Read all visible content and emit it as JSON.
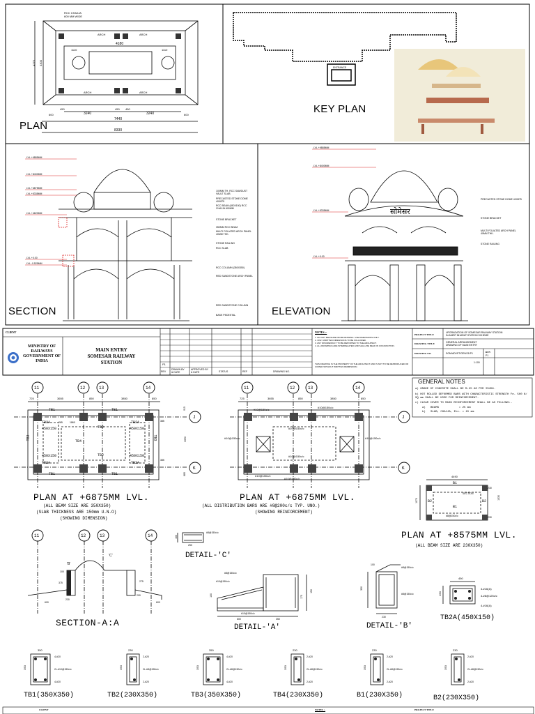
{
  "sheet_top": {
    "plan": {
      "title": "PLAN",
      "chajja_note": "RCC CHAJJA\n600 MM WIDE",
      "arch_labels": [
        "ARCH",
        "ARCH",
        "ARCH",
        "ARCH"
      ],
      "dims": [
        "4180",
        "1110",
        "1110",
        "4275",
        "3300",
        "450",
        "450",
        "450",
        "3240",
        "3240",
        "600",
        "600",
        "7440",
        "8330"
      ]
    },
    "key_plan": {
      "title": "KEY PLAN",
      "box_label": "ENTRANCE"
    },
    "section": {
      "title": "SECTION",
      "levels": [
        "LVL +9885MM",
        "LVL +8400MM",
        "LVL +6875MM",
        "LVL +5335MM",
        "LVL +4620MM",
        "LVL +0.00",
        "LVL -0.525MM"
      ],
      "notes": [
        "100MM TH. RCC SAWDUST VAULT SLAB",
        "PRECASTED STONE DOME 40X875",
        "RCC BEAM (450X150) RCC CHAJJA 600MM",
        "STONE BRACKET",
        "350MM RCC BEAM",
        "MULTI FOLIATED ARCH PANEL 40MM THK.",
        "STONE RAILING",
        "RCC SLAB",
        "RCC COLUMN (350X350)",
        "RED SANDSTONE ARCH PANEL",
        "RED SANDSTONE COLUMN",
        "BASE PEDESTAL"
      ]
    },
    "elevation": {
      "title": "ELEVATION",
      "signboard": "सोमेसर",
      "levels": [
        "LVL +9885MM",
        "LVL +8400MM",
        "LVL +5335MM",
        "LVL +0.00"
      ],
      "notes": [
        "PRECASTED STONE DOME 40X875",
        "STONE BRACKET",
        "MULTI FOLIATED ARCH PANEL 40MM THK.",
        "STONE RAILING"
      ]
    }
  },
  "title_block": {
    "client_label": "CLIENT",
    "client_name": "MINISTRY OF\nRAILWAYS\nGOVERNMENT OF\nINDIA",
    "project_name": "MAIN ENTRY\nSOMESAR RAILWAY\nSTATION",
    "rev_cols": [
      "REV",
      "DRAWN BY\n& DATE",
      "APPROVED BY\n& DATE",
      "STATUS",
      "REF",
      "DRAWING NO."
    ],
    "rev_row": "P1",
    "notes_title": "NOTES :-",
    "notes_body": "1. DO NOT MEASURE FROM DRAWING. USE DIMENSIONS ONLY.\n2. ONLY WRITTEN DIMENSIONS TO BE FOLLOWED.\n3. ANY DISCREPANCY TO BE REPORTED TO THE ARCHITECT.\n4. ALL DRAWINGS ARE INTERRELATED AND SHALL BE READ IN CONJUNCTION.",
    "copyright": "THIS DRAWING IS THE PROPERTY OF THE ARCHITECT AND IS NOT TO BE REPRODUCED OR COPIED WITHOUT WRITTEN PERMISSION.",
    "project_title_label": "PROJECT TITLE",
    "project_title": "UPGRADATION OF SOMESAR RAILWAY STATION\nIN AMRIT BHARAT STATION SCHEME",
    "drawing_title_label": "DRAWING TITLE",
    "drawing_title": "GENERAL ARRANGEMENT\nDRAWING OF MAIN ENTRY",
    "drawing_no_label": "DRAWING NO.",
    "drawing_no": "SOM/ADI/ST/GEN/21/P1",
    "rev_label": "REV",
    "rev_value": "P1",
    "scale": "1:100"
  },
  "sheet_bottom": {
    "grid_labels": [
      "11",
      "12",
      "13",
      "14"
    ],
    "row_labels": [
      "J",
      "K"
    ],
    "plan1": {
      "title": "PLAN AT +6875MM LVL.",
      "sub1": "(ALL BEAM SIZE ARE 350X350)",
      "sub2": "(SLAB THICKNESS ARE 150mm U.N.O)",
      "sub3": "(SHOWING DIMENSION)",
      "dims_top": [
        "725",
        "3655",
        "850",
        "3850",
        "850"
      ],
      "beams": [
        "TB1",
        "TB1",
        "TB1",
        "TB1",
        "TB2",
        "TB2",
        "TB2A",
        "TB2A",
        "TB2A",
        "TB2A",
        "TB3",
        "TB3",
        "TB4"
      ],
      "boxes": [
        "450X150",
        "450X150",
        "450X150",
        "450X150"
      ],
      "small_dims": [
        "265",
        "1860",
        "385",
        "385",
        "915",
        "3390",
        "885"
      ]
    },
    "plan2": {
      "title": "PLAN AT +6875MM LVL.",
      "sub1": "(ALL DISTRIBUTION BARS ARE #8@200c/c TYP. UNO.)",
      "sub2": "(SHOWING REINFORCEMENT)",
      "dims_top": [
        "725",
        "3655",
        "850",
        "3850",
        "850"
      ],
      "bars": [
        "#10@150c/c",
        "#10@150c/c",
        "#10@150c/c",
        "#10@150c/c",
        "#10@150c/c",
        "#10@150c/c",
        "#10@150c/c",
        "#10@150c/c"
      ]
    },
    "general_notes": {
      "title": "GENERAL NOTES",
      "items": [
        "a) GRADE OF CONCRETE SHALL BE M-25 AS PER IS456.",
        "b) HOT ROLLED DEFORMED BARS WITH CHARACTERISTIC STRENGTH Fe- 500 N/ SQ mm SHALL BE USED FOR REINFORCEMENT.",
        "c) CLEAR COVER TO MAIN REINFORCEMENT SHALL BE AS FOLLOWS:-",
        "a)   BEAMS            = 25 mm",
        "b)   SLAB, CHAJJA, Etc. = 15 mm"
      ]
    },
    "plan3": {
      "title": "PLAN AT +8575MM LVL.",
      "sub1": "(ALL BEAM SIZE ARE 230X350)",
      "dims": [
        "4490",
        "1530",
        "1070",
        "230",
        "230"
      ],
      "beams": [
        "B1",
        "B1",
        "B2",
        "B2"
      ],
      "bar": "#8@150c/c",
      "mark": "SECTION"
    },
    "section_aa": {
      "title": "SECTION-A:A",
      "dims": [
        "100",
        "230",
        "600",
        "275",
        "375",
        "200",
        "600"
      ],
      "marks": [
        "'B'",
        "'C'"
      ]
    },
    "detail_c": {
      "title": "DETAIL-'C'",
      "dims": [
        "100",
        "250"
      ],
      "bars": [
        "#8@150c/c"
      ]
    },
    "detail_a": {
      "title": "DETAIL-'A'",
      "dims": [
        "100",
        "600",
        "350",
        "175",
        "150"
      ],
      "bars": [
        "#8@150c/c",
        "#10@150c/c",
        "#10@150c/c"
      ]
    },
    "detail_b": {
      "title": "DETAIL-'B'",
      "dims": [
        "100",
        "230",
        "350"
      ],
      "bars": [
        "#8@150c/c",
        "#8@150c/c"
      ]
    },
    "tb2a": {
      "title": "TB2A(450X150)",
      "dims": [
        "450",
        "150"
      ],
      "bars": [
        "4-#16(A)",
        "4-#8@125c/c",
        "4-#16(A)"
      ]
    },
    "sections": [
      {
        "title": "TB1(350X350)",
        "w": "350",
        "h": "350",
        "top": "4-#20",
        "mid": "2L-#10@150c/c",
        "bot": "4-#20"
      },
      {
        "title": "TB2(230X350)",
        "w": "230",
        "h": "350",
        "top": "2-#20",
        "mid": "2L-#8@150c/c",
        "bot": "2-#20"
      },
      {
        "title": "TB3(350X350)",
        "w": "350",
        "h": "350",
        "top": "4-#20",
        "mid": "2L-#8@150c/c",
        "bot": "4-#20"
      },
      {
        "title": "TB4(230X350)",
        "w": "230",
        "h": "350",
        "top": "2-#20",
        "mid": "2L-#8@150c/c",
        "bot": "2-#20"
      },
      {
        "title": "B1(230X350)",
        "w": "230",
        "h": "350",
        "top": "2-#20",
        "mid": "2L-#8@150c/c",
        "bot": "2-#20"
      },
      {
        "title": "B2(230X350)",
        "w": "230",
        "h": "350",
        "top": "2-#20",
        "mid": "2L-#8@150c/c",
        "bot": "2-#20"
      }
    ],
    "footer_client": "CLIENT",
    "footer_notes": "NOTES :-",
    "footer_project": "PROJECT TITLE"
  }
}
